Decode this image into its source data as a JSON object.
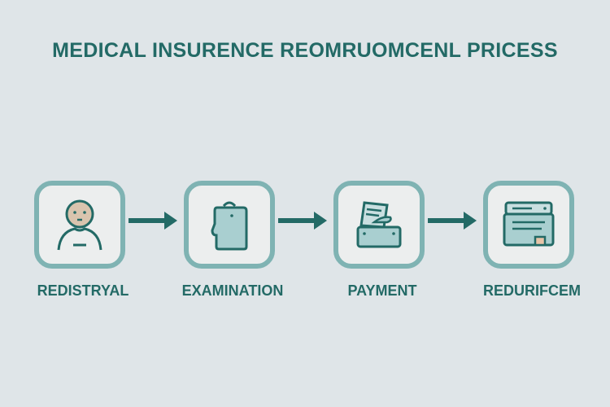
{
  "title": "MEDICAL INSURENCE REOMRUOMCENL PRICESS",
  "steps": [
    {
      "label": "REDISTRYAL",
      "icon": "person-icon"
    },
    {
      "label": "EXAMINATION",
      "icon": "head-profile-icon"
    },
    {
      "label": "PAYMENT",
      "icon": "document-printer-icon"
    },
    {
      "label": "REDURIFCEM",
      "icon": "card-form-icon"
    }
  ],
  "colors": {
    "accent": "#236a66",
    "border": "#7fb3b3",
    "background": "#dfe5e8",
    "fill": "#a9cfd0",
    "skin": "#d9c4ae"
  }
}
